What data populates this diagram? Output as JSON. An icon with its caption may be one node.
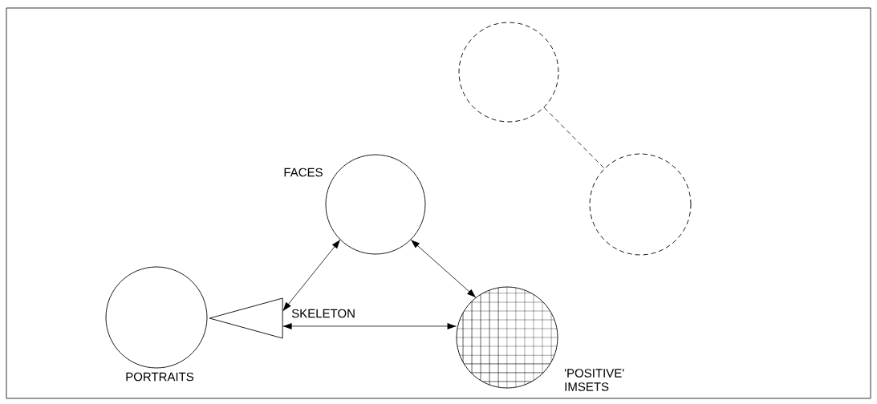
{
  "diagram": {
    "nodes": [
      {
        "text": [
          "FACES"
        ]
      },
      {
        "text": [
          "PORTRAITS"
        ]
      },
      {
        "text": [
          "SKELETON"
        ]
      },
      {
        "text": [
          "'POSITIVE' IMSETS"
        ]
      },
      {
        "text": [],
        "shape": "circle"
      },
      {
        "text": [],
        "shape": "circle"
      }
    ],
    "edges": [
      {
        "from": 0,
        "to": 2,
        "arrow": "both"
      },
      {
        "from": 0,
        "to": 3,
        "arrow": "both"
      },
      {
        "from": 2,
        "to": 3,
        "arrow": "both"
      },
      {
        "from": 4,
        "to": 5,
        "arrow": "none",
        "style": "dashed"
      }
    ]
  }
}
